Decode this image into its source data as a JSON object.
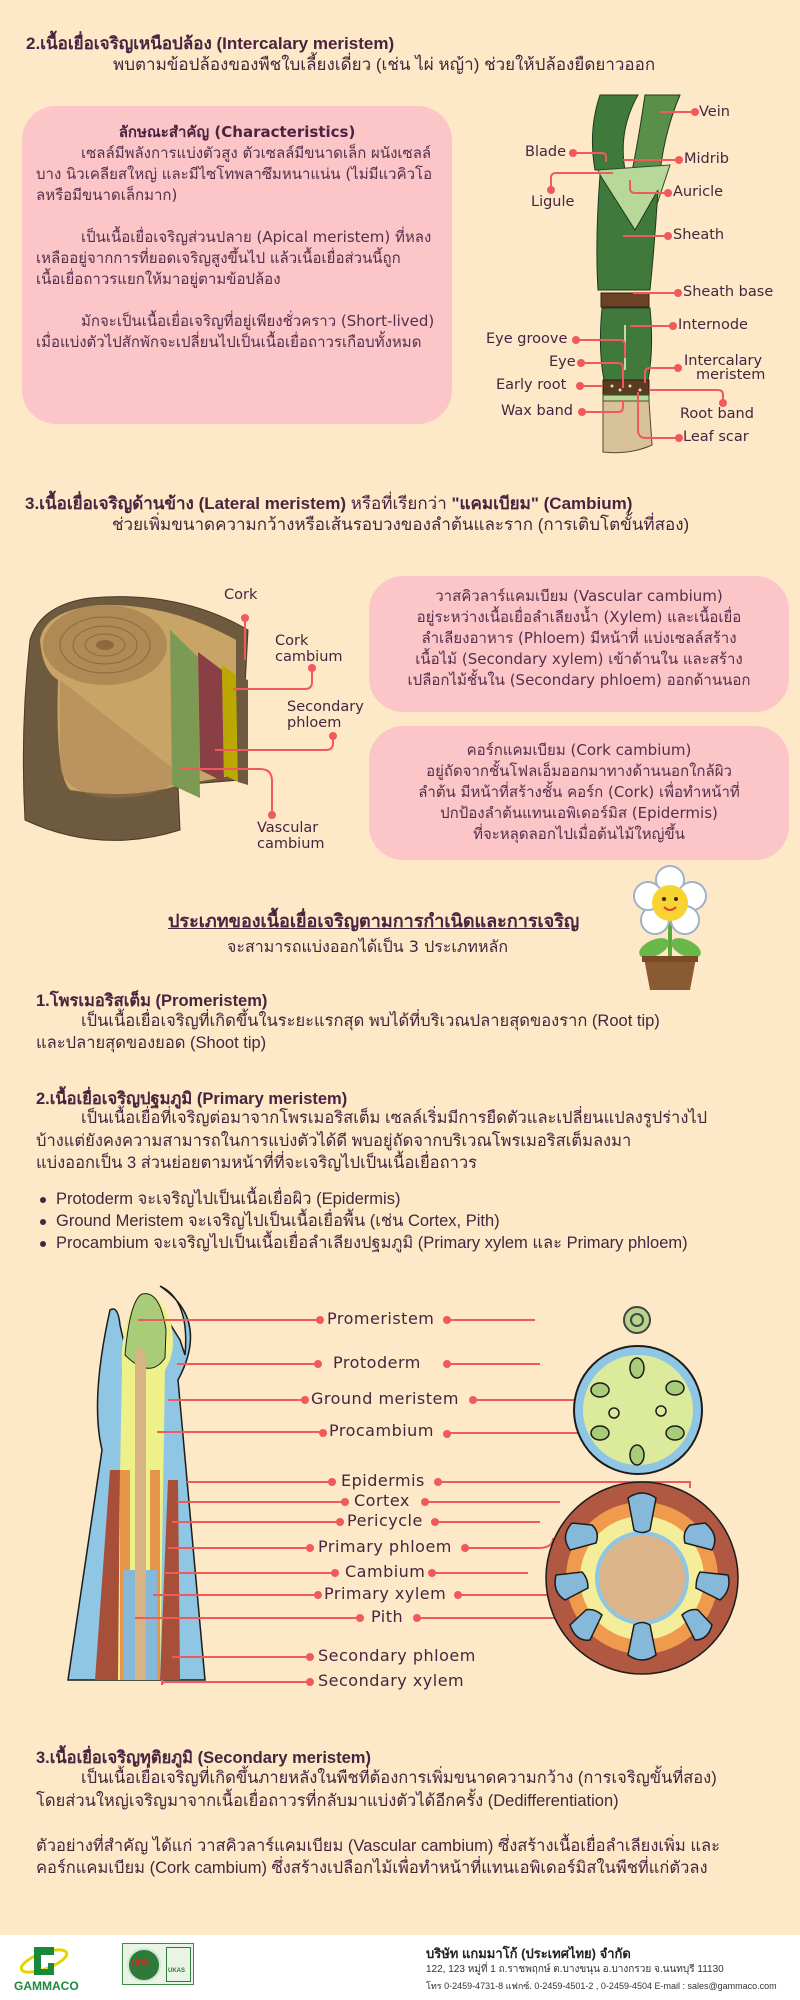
{
  "section2": {
    "title": "2.เนื้อเยื่อเจริญเหนือปล้อง (Intercalary meristem)",
    "subtitle": "พบตามข้อปล้องของพืชใบเลี้ยงเดี่ยว (เช่น ไผ่ หญ้า) ช่วยให้ปล้องยืดยาวออก",
    "characteristics": {
      "heading": "ลักษณะสำคัญ (Characteristics)",
      "paragraphs": [
        "เซลล์มีพลังการแบ่งตัวสูง ตัวเซลล์มีขนาดเล็ก ผนังเซลล์บาง นิวเคลียสใหญ่ และมีไซโทพลาซึมหนาแน่น (ไม่มีแวคิวโอลหรือมีขนาดเล็กมาก)",
        "เป็นเนื้อเยื่อเจริญส่วนปลาย (Apical meristem) ที่หลงเหลืออยู่จากการที่ยอดเจริญสูงขึ้นไป แล้วเนื้อเยื่อส่วนนี้ถูกเนื้อเยื่อถาวรแยกให้มาอยู่ตามข้อปล้อง",
        "มักจะเป็นเนื้อเยื่อเจริญที่อยู่เพียงชั่วคราว (Short-lived) เมื่อแบ่งตัวไปสักพักจะเปลี่ยนไปเป็นเนื้อเยื่อถาวรเกือบทั้งหมด"
      ]
    },
    "diagram_labels": {
      "vein": "Vein",
      "blade": "Blade",
      "midrib": "Midrib",
      "ligule": "Ligule",
      "auricle": "Auricle",
      "sheath": "Sheath",
      "sheath_base": "Sheath base",
      "internode": "Internode",
      "eye_groove": "Eye groove",
      "eye": "Eye",
      "intercalary_1": "Intercalary",
      "intercalary_2": "meristem",
      "early_root": "Early root",
      "wax_band": "Wax band",
      "root_band": "Root band",
      "leaf_scar": "Leaf scar"
    }
  },
  "section3": {
    "title_bold": "3.เนื้อเยื่อเจริญด้านข้าง (Lateral meristem)",
    "title_normal": " หรือที่เรียกว่า ",
    "title_quoted": "\"แคมเบียม\" (Cambium)",
    "subtitle": "ช่วยเพิ่มขนาดความกว้างหรือเส้นรอบวงของลำต้นและราก (การเติบโตขั้นที่สอง)",
    "diagram_labels": {
      "cork": "Cork",
      "cork_cambium_1": "Cork",
      "cork_cambium_2": "cambium",
      "secondary_phloem_1": "Secondary",
      "secondary_phloem_2": "phloem",
      "vascular_cambium_1": "Vascular",
      "vascular_cambium_2": "cambium"
    },
    "box_vascular": [
      "วาสคิวลาร์แคมเบียม (Vascular cambium)",
      "อยู่ระหว่างเนื้อเยื่อลำเลียงน้ำ (Xylem) และเนื้อเยื่อ",
      "ลำเลียงอาหาร (Phloem) มีหน้าที่ แบ่งเซลล์สร้าง",
      "เนื้อไม้ (Secondary xylem) เข้าด้านใน และสร้าง",
      "เปลือกไม้ชั้นใน (Secondary phloem) ออกด้านนอก"
    ],
    "box_cork": [
      "คอร์กแคมเบียม (Cork cambium)",
      "อยู่ถัดจากชั้นโฟลเอ็มออกมาทางด้านนอกใกล้ผิว",
      "ลำต้น มีหน้าที่สร้างชั้น คอร์ก (Cork) เพื่อทำหน้าที่",
      "ปกป้องลำต้นแทนเอพิเดอร์มิส (Epidermis)",
      "ที่จะหลุดลอกไปเมื่อต้นไม้ใหญ่ขึ้น"
    ]
  },
  "types": {
    "heading": "ประเภทของเนื้อเยื่อเจริญตามการกำเนิดและการเจริญ",
    "subheading": "จะสามารถแบ่งออกได้เป็น 3 ประเภทหลัก",
    "promeristem": {
      "title": "1.โพรเมอริสเต็ม (Promeristem)",
      "line1": "เป็นเนื้อเยื่อเจริญที่เกิดขึ้นในระยะแรกสุด พบได้ที่บริเวณปลายสุดของราก (Root tip)",
      "line2": "และปลายสุดของยอด (Shoot tip)"
    },
    "primary": {
      "title": "2.เนื้อเยื่อเจริญปฐมภูมิ (Primary meristem)",
      "line1": "เป็นเนื้อเยื่อที่เจริญต่อมาจากโพรเมอริสเต็ม  เซลล์เริ่มมีการยืดตัวและเปลี่ยนแปลงรูปร่างไป",
      "line2": "บ้างแต่ยังคงความสามารถในการแบ่งตัวได้ดี พบอยู่ถัดจากบริเวณโพรเมอริสเต็มลงมา",
      "line3": "แบ่งออกเป็น 3 ส่วนย่อยตามหน้าที่ที่จะเจริญไปเป็นเนื้อเยื่อถาวร",
      "bullets": [
        "Protoderm จะเจริญไปเป็นเนื้อเยื่อผิว (Epidermis)",
        "Ground Meristem จะเจริญไปเป็นเนื้อเยื่อพื้น (เช่น Cortex, Pith)",
        "Procambium จะเจริญไปเป็นเนื้อเยื่อลำเลียงปฐมภูมิ (Primary xylem และ Primary phloem)"
      ]
    },
    "diagram_labels": {
      "promeristem": "Promeristem",
      "protoderm": "Protoderm",
      "ground_meristem": "Ground meristem",
      "procambium": "Procambium",
      "epidermis": "Epidermis",
      "cortex": "Cortex",
      "pericycle": "Pericycle",
      "primary_phloem": "Primary phloem",
      "cambium": "Cambium",
      "primary_xylem": "Primary xylem",
      "pith": "Pith",
      "secondary_phloem": "Secondary phloem",
      "secondary_xylem": "Secondary xylem"
    },
    "secondary": {
      "title": "3.เนื้อเยื่อเจริญทุติยภูมิ (Secondary meristem)",
      "line1": "เป็นเนื้อเยื่อเจริญที่เกิดขึ้นภายหลังในพืชที่ต้องการเพิ่มขนาดความกว้าง  (การเจริญขั้นที่สอง)",
      "line2": "โดยส่วนใหญ่เจริญมาจากเนื้อเยื่อถาวรที่กลับมาแบ่งตัวได้อีกครั้ง (Dedifferentiation)",
      "example1": "ตัวอย่างที่สำคัญ ได้แก่ วาสคิวลาร์แคมเบียม (Vascular cambium) ซึ่งสร้างเนื้อเยื่อลำเลียงเพิ่ม และ",
      "example2": "คอร์กแคมเบียม (Cork cambium) ซึ่งสร้างเปลือกไม้เพื่อทำหน้าที่แทนเอพิเดอร์มิสในพืชที่แก่ตัวลง"
    }
  },
  "footer": {
    "logo_text": "GAMMACO",
    "cert_urs": "URS",
    "cert_ukas": "UKAS",
    "company": "บริษัท แกมมาโก้ (ประเทศไทย) จำกัด",
    "address": "122, 123 หมู่ที่ 1 ถ.ราชพฤกษ์ ต.บางขนุน อ.บางกรวย จ.นนทบุรี 11130",
    "contact": "โทร 0-2459-4731-8  แฟกซ์. 0-2459-4501-2 , 0-2459-4504  E-mail : sales@gammaco.com"
  },
  "colors": {
    "background": "#fde8c7",
    "pink_box": "#fcc6c9",
    "text": "#4a2340",
    "leader_line": "#f05a5a"
  }
}
